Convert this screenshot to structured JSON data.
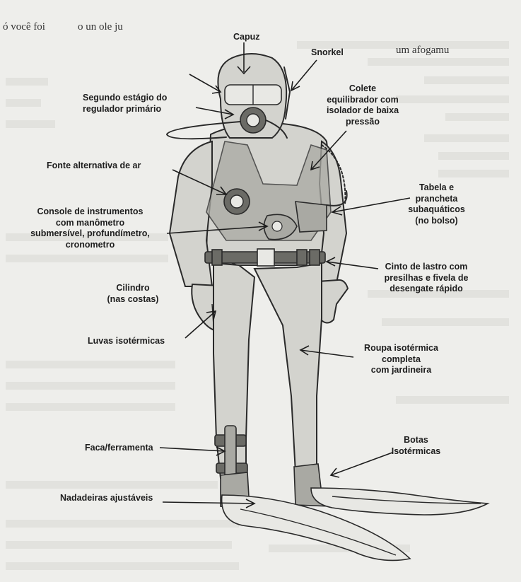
{
  "top_text": {
    "line1": "ó você foi",
    "line2": "o un ole ju",
    "line3": "um afogamu"
  },
  "labels": {
    "capuz": "Capuz",
    "snorkel": "Snorkel",
    "segundo_estagio_1": "Segundo estágio do",
    "segundo_estagio_2": "regulador primário",
    "colete_1": "Colete",
    "colete_2": "equilibrador com",
    "colete_3": "isolador de baixa",
    "colete_4": "pressão",
    "fonte_alternativa": "Fonte alternativa de ar",
    "tabela_1": "Tabela e",
    "tabela_2": "prancheta",
    "tabela_3": "subaquáticos",
    "tabela_4": "(no bolso)",
    "console_1": "Console de instrumentos",
    "console_2": "com manômetro",
    "console_3": "submersível, profundímetro,",
    "console_4": "cronometro",
    "cinto_1": "Cinto de lastro com",
    "cinto_2": "presilhas e fivela de",
    "cinto_3": "desengate rápido",
    "cilindro_1": "Cilindro",
    "cilindro_2": "(nas costas)",
    "luvas": "Luvas isotérmicas",
    "roupa_1": "Roupa isotérmica",
    "roupa_2": "completa",
    "roupa_3": "com jardineira",
    "faca": "Faca/ferramenta",
    "botas_1": "Botas",
    "botas_2": "Isotérmicas",
    "nadadeiras": "Nadadeiras ajustáveis"
  }
}
